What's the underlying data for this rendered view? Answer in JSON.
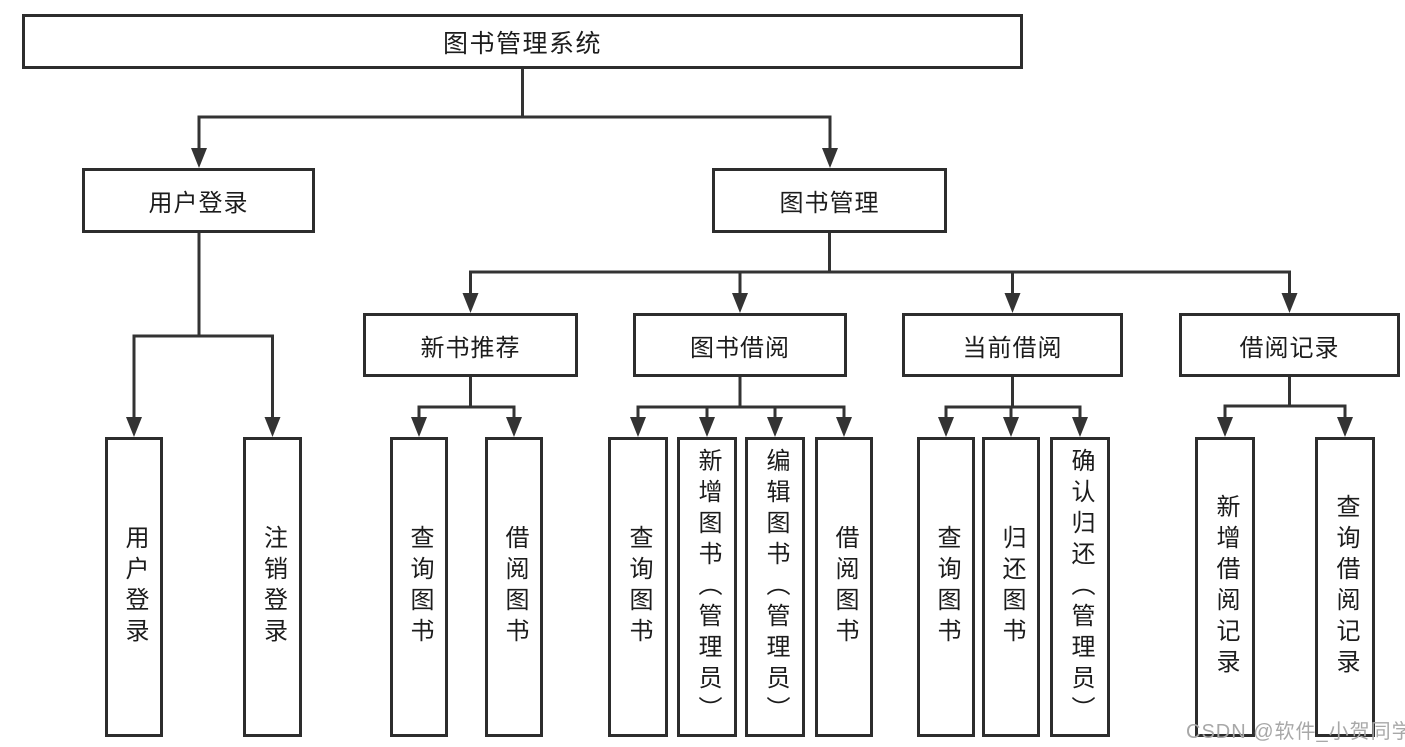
{
  "colors": {
    "line": "#333333",
    "box_border": "#2d2d2d",
    "text": "#1c1c1c",
    "watermark": "#a8a8a8",
    "background": "#ffffff"
  },
  "watermark": {
    "text": "CSDN @软件_小贺同学"
  },
  "diagram": {
    "root": {
      "label": "图书管理系统"
    },
    "branches": [
      {
        "label": "用户登录",
        "children": [
          {
            "label": "用户登录"
          },
          {
            "label": "注销登录"
          }
        ]
      },
      {
        "label": "图书管理",
        "children": [
          {
            "label": "新书推荐",
            "children": [
              {
                "label": "查询图书"
              },
              {
                "label": "借阅图书"
              }
            ]
          },
          {
            "label": "图书借阅",
            "children": [
              {
                "label": "查询图书"
              },
              {
                "label": "新增图书（管理员）"
              },
              {
                "label": "编辑图书（管理员）"
              },
              {
                "label": "借阅图书"
              }
            ]
          },
          {
            "label": "当前借阅",
            "children": [
              {
                "label": "查询图书"
              },
              {
                "label": "归还图书"
              },
              {
                "label": "确认归还（管理员）"
              }
            ]
          },
          {
            "label": "借阅记录",
            "children": [
              {
                "label": "新增借阅记录"
              },
              {
                "label": "查询借阅记录"
              }
            ]
          }
        ]
      }
    ]
  }
}
